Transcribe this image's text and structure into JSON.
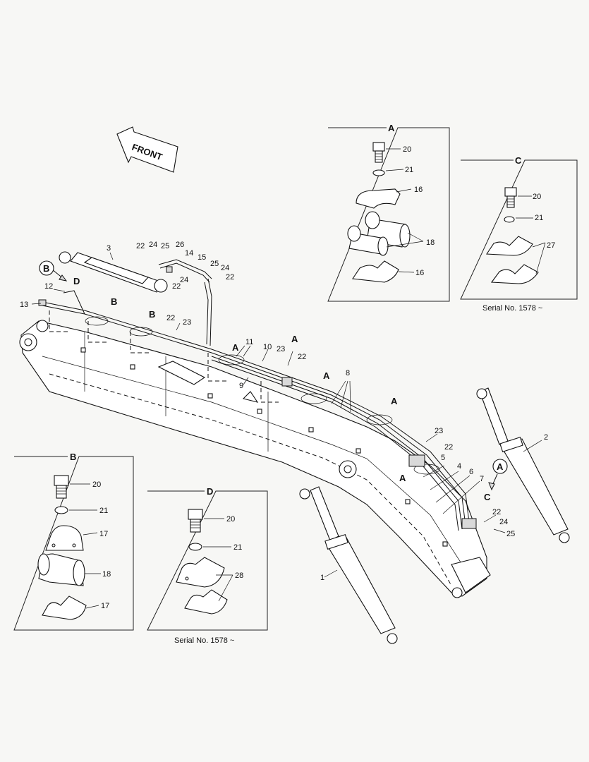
{
  "direction_label": "FRONT",
  "detail_titles": {
    "a": "A",
    "b": "B",
    "c": "C",
    "d": "D"
  },
  "serial_note": "Serial No. 1578 ~",
  "view_markers": {
    "top_left_circle": "B",
    "top_left_d": "D",
    "boom_b1": "B",
    "boom_b2": "B",
    "boom_a1": "A",
    "boom_a2": "A",
    "boom_a3": "A",
    "boom_a4": "A",
    "boom_a5": "A",
    "right_circle": "A",
    "right_c": "C"
  },
  "callouts": {
    "c1": "1",
    "c2": "2",
    "c3": "3",
    "c4": "4",
    "c5": "5",
    "c6": "6",
    "c7": "7",
    "c8": "8",
    "c9": "9",
    "c10": "10",
    "c11": "11",
    "c12": "12",
    "c13": "13",
    "c14": "14",
    "c15": "15",
    "c22a": "22",
    "c24a": "24",
    "c25a": "25",
    "c26": "26",
    "c22b": "22",
    "c24b": "24",
    "c25b": "25",
    "c24c": "24",
    "c22c": "22",
    "c22d": "22",
    "c23a": "23",
    "c23b": "23",
    "c22e": "22",
    "c23c": "23",
    "c22f": "22",
    "c22g": "22",
    "c24d": "24",
    "c25c": "25"
  },
  "detail_a": {
    "c20": "20",
    "c21": "21",
    "c16a": "16",
    "c18": "18",
    "c16b": "16"
  },
  "detail_b": {
    "c20": "20",
    "c21": "21",
    "c17a": "17",
    "c18": "18",
    "c17b": "17"
  },
  "detail_c": {
    "c20": "20",
    "c21": "21",
    "c27": "27"
  },
  "detail_d": {
    "c20": "20",
    "c21": "21",
    "c28": "28"
  }
}
